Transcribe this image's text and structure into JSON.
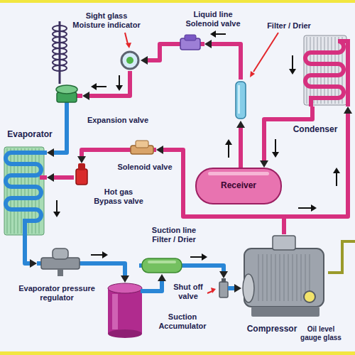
{
  "diagram": {
    "nodes": [
      {
        "text": [
          "Sight glass Moisture indicator"
        ]
      },
      {
        "text": [
          "Liquid line Solenoid valve"
        ]
      },
      {
        "text": [
          "Filter / Drier"
        ]
      },
      {
        "text": [
          "Expansion valve"
        ]
      },
      {
        "text": [
          "Condenser"
        ]
      },
      {
        "text": [
          "Evaporator"
        ]
      },
      {
        "text": [
          "Solenoid valve"
        ]
      },
      {
        "text": [
          "Hot gas Bypass valve"
        ]
      },
      {
        "text": [
          "Receiver"
        ]
      },
      {
        "text": [
          "Suction line Filter / Drier"
        ]
      },
      {
        "text": [
          "Shut off valve"
        ]
      },
      {
        "text": [
          "Evaporator pressure regulator"
        ]
      },
      {
        "text": [
          "Compressor"
        ]
      },
      {
        "text": [
          "Suction Accumulator"
        ]
      }
    ],
    "edges": [
      {
        "from": 12,
        "to": 4,
        "arrow": "to"
      },
      {
        "from": 12,
        "to": 6,
        "arrow": "to"
      },
      {
        "from": 4,
        "to": 8,
        "arrow": "to"
      },
      {
        "from": 8,
        "to": 2,
        "arrow": "to"
      },
      {
        "from": 2,
        "to": 1,
        "arrow": "to"
      },
      {
        "from": 1,
        "to": 0,
        "arrow": "to"
      },
      {
        "from": 0,
        "to": 3,
        "arrow": "to"
      },
      {
        "from": 3,
        "to": 5,
        "arrow": "to"
      },
      {
        "from": 6,
        "to": 7,
        "arrow": "to"
      },
      {
        "from": 7,
        "to": 5,
        "arrow": "to"
      },
      {
        "from": 5,
        "to": 11,
        "arrow": "to"
      },
      {
        "from": 11,
        "to": 13,
        "arrow": "to"
      },
      {
        "from": 13,
        "to": 9,
        "arrow": "to"
      },
      {
        "from": 9,
        "to": 10,
        "arrow": "to"
      },
      {
        "from": 10,
        "to": 12,
        "arrow": "to"
      }
    ],
    "labels": [
      "Oil level gauge glass"
    ]
  }
}
